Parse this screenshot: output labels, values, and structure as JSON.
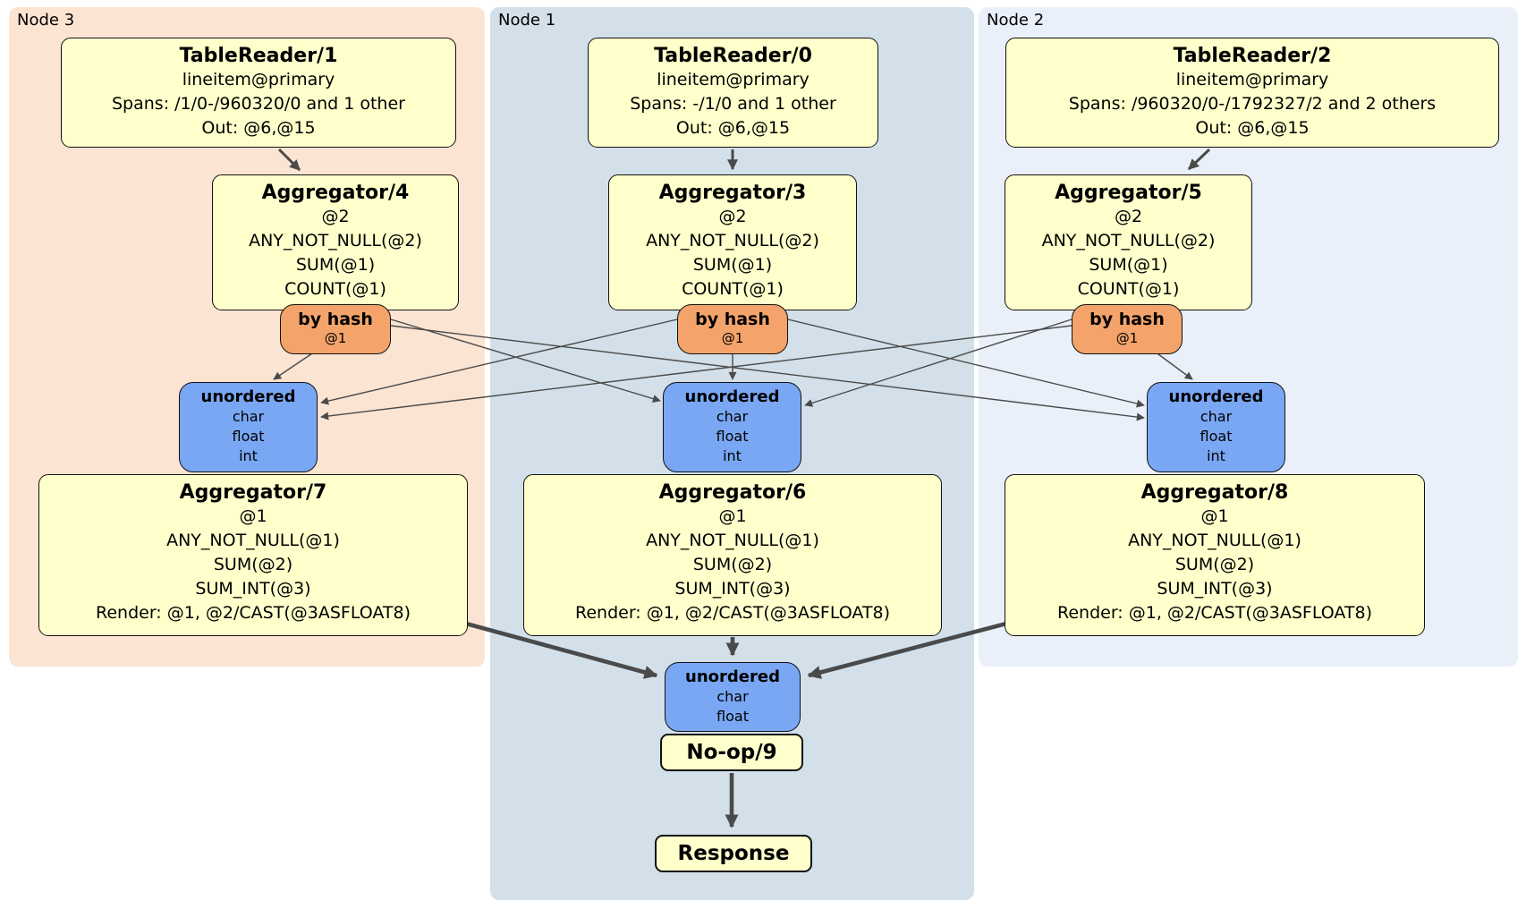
{
  "panels": {
    "node3": {
      "label": "Node 3"
    },
    "node1": {
      "label": "Node 1"
    },
    "node2": {
      "label": "Node 2"
    }
  },
  "boxes": {
    "tr1": {
      "title": "TableReader/1",
      "lines": [
        "lineitem@primary",
        "Spans: /1/0-/960320/0 and 1 other",
        "Out: @6,@15"
      ]
    },
    "tr0": {
      "title": "TableReader/0",
      "lines": [
        "lineitem@primary",
        "Spans: -/1/0 and 1 other",
        "Out: @6,@15"
      ]
    },
    "tr2": {
      "title": "TableReader/2",
      "lines": [
        "lineitem@primary",
        "Spans: /960320/0-/1792327/2 and 2 others",
        "Out: @6,@15"
      ]
    },
    "agg4": {
      "title": "Aggregator/4",
      "lines": [
        "@2",
        "ANY_NOT_NULL(@2)",
        "SUM(@1)",
        "COUNT(@1)"
      ]
    },
    "agg3": {
      "title": "Aggregator/3",
      "lines": [
        "@2",
        "ANY_NOT_NULL(@2)",
        "SUM(@1)",
        "COUNT(@1)"
      ]
    },
    "agg5": {
      "title": "Aggregator/5",
      "lines": [
        "@2",
        "ANY_NOT_NULL(@2)",
        "SUM(@1)",
        "COUNT(@1)"
      ]
    },
    "hash3": {
      "title": "by hash",
      "lines": [
        "@1"
      ]
    },
    "hash1": {
      "title": "by hash",
      "lines": [
        "@1"
      ]
    },
    "hash2": {
      "title": "by hash",
      "lines": [
        "@1"
      ]
    },
    "sync3": {
      "title": "unordered",
      "lines": [
        "char",
        "float",
        "int"
      ]
    },
    "sync1": {
      "title": "unordered",
      "lines": [
        "char",
        "float",
        "int"
      ]
    },
    "sync2": {
      "title": "unordered",
      "lines": [
        "char",
        "float",
        "int"
      ]
    },
    "agg7": {
      "title": "Aggregator/7",
      "lines": [
        "@1",
        "ANY_NOT_NULL(@1)",
        "SUM(@2)",
        "SUM_INT(@3)",
        "Render: @1, @2/CAST(@3ASFLOAT8)"
      ]
    },
    "agg6": {
      "title": "Aggregator/6",
      "lines": [
        "@1",
        "ANY_NOT_NULL(@1)",
        "SUM(@2)",
        "SUM_INT(@3)",
        "Render: @1, @2/CAST(@3ASFLOAT8)"
      ]
    },
    "agg8": {
      "title": "Aggregator/8",
      "lines": [
        "@1",
        "ANY_NOT_NULL(@1)",
        "SUM(@2)",
        "SUM_INT(@3)",
        "Render: @1, @2/CAST(@3ASFLOAT8)"
      ]
    },
    "syncFinal": {
      "title": "unordered",
      "lines": [
        "char",
        "float"
      ]
    },
    "noop": {
      "title": "No-op/9"
    },
    "response": {
      "title": "Response"
    }
  },
  "colors": {
    "processor_fill": "#ffffcc",
    "router_fill": "#f4a46a",
    "sync_fill": "#79a7f3",
    "node3_panel": "#fce4d3",
    "node1_panel": "#d3e0e9",
    "node2_panel": "#eaf0f9",
    "edge": "#4a4a4a",
    "border": "#111111"
  }
}
